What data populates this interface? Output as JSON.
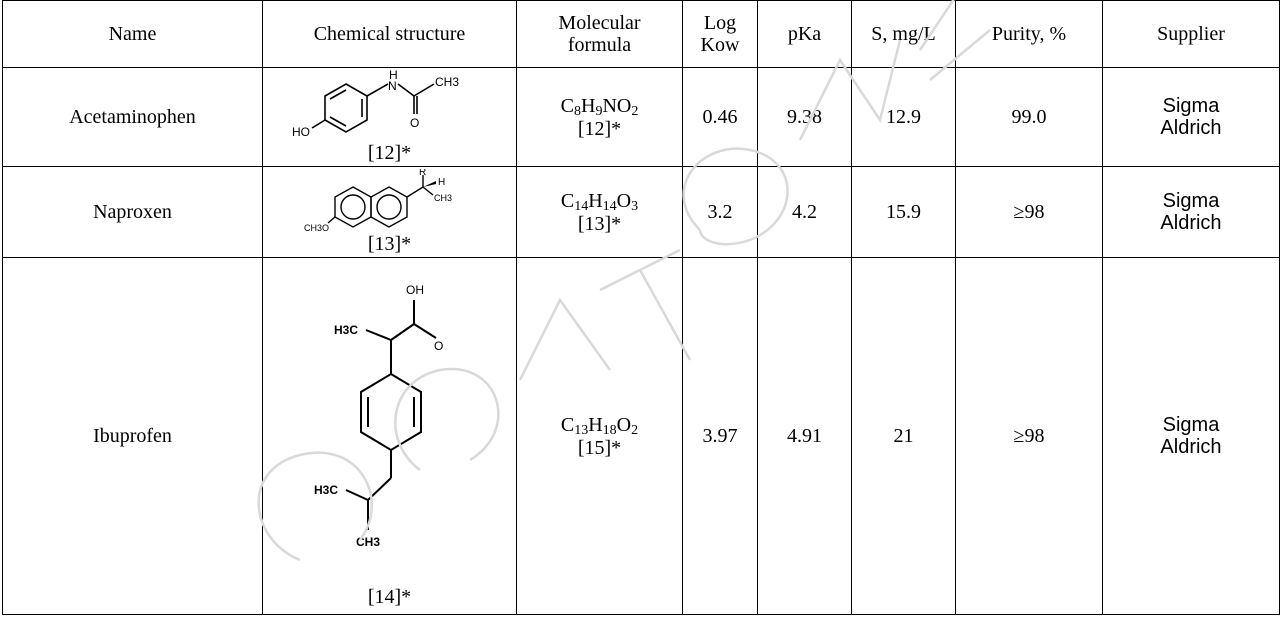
{
  "table": {
    "headers": [
      "Name",
      "Chemical structure",
      "Molecular formula",
      "Log Kow",
      "pKa",
      "S, mg/L",
      "Purity, %",
      "Supplier"
    ],
    "header_lines": {
      "formula": [
        "Molecular",
        "formula"
      ],
      "logkow": [
        "Log",
        "Kow"
      ]
    },
    "rows": [
      {
        "name": "Acetaminophen",
        "structure_ref": "[12]*",
        "structure_labels": [
          "H",
          "N",
          "CH3",
          "O",
          "HO"
        ],
        "formula_parts": [
          [
            "C",
            "8"
          ],
          [
            "H",
            "9"
          ],
          [
            "NO",
            "2"
          ]
        ],
        "formula_ref": "[12]*",
        "log_kow": "0.46",
        "pka": "9.38",
        "solubility": "12.9",
        "purity": "99.0",
        "supplier_lines": [
          "Sigma",
          "Aldrich"
        ]
      },
      {
        "name": "Naproxen",
        "structure_ref": "[13]*",
        "structure_labels": [
          "R",
          "H",
          "CH3",
          "CH3O"
        ],
        "formula_parts": [
          [
            "C",
            "14"
          ],
          [
            "H",
            "14"
          ],
          [
            "O",
            "3"
          ]
        ],
        "formula_ref": "[13]*",
        "log_kow": "3.2",
        "pka": "4.2",
        "solubility": "15.9",
        "purity": "≥98",
        "supplier_lines": [
          "Sigma",
          "Aldrich"
        ]
      },
      {
        "name": "Ibuprofen",
        "structure_ref": "[14]*",
        "structure_labels": [
          "OH",
          "H3C",
          "O",
          "H3C",
          "CH3"
        ],
        "formula_parts": [
          [
            "C",
            "13"
          ],
          [
            "H",
            "18"
          ],
          [
            "O",
            "2"
          ]
        ],
        "formula_ref": "[15]*",
        "log_kow": "3.97",
        "pka": "4.91",
        "solubility": "21",
        "purity": "≥98",
        "supplier_lines": [
          "Sigma",
          "Aldrich"
        ]
      }
    ]
  },
  "watermark": {
    "color": "#d9d9d9"
  }
}
